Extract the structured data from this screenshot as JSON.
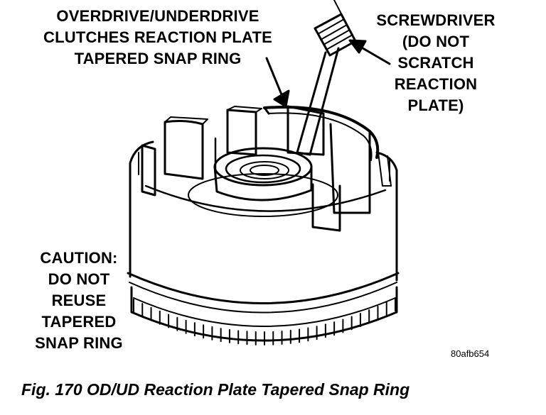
{
  "callouts": {
    "snap_ring": [
      "OVERDRIVE/UNDERDRIVE",
      "CLUTCHES REACTION PLATE",
      "TAPERED SNAP RING"
    ],
    "screwdriver": [
      "SCREWDRIVER",
      "(DO NOT",
      "SCRATCH",
      "REACTION",
      "PLATE)"
    ],
    "caution": [
      "CAUTION:",
      "DO NOT",
      "REUSE",
      "TAPERED",
      "SNAP RING"
    ]
  },
  "figure_id": "80afb654",
  "caption": "Fig. 170 OD/UD Reaction Plate Tapered Snap Ring",
  "colors": {
    "ink": "#000000",
    "paper": "#ffffff"
  }
}
